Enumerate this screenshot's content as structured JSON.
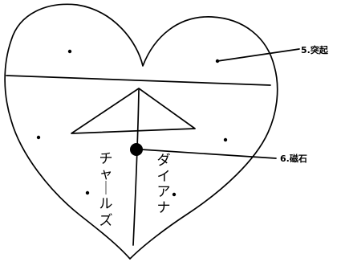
{
  "labels": {
    "protrusion": "5.突起",
    "magnet": "6.磁石",
    "charles": [
      "チ",
      "ャ",
      "｜",
      "ル",
      "ズ"
    ],
    "diana": [
      "ダ",
      "イ",
      "ア",
      "ナ"
    ]
  }
}
